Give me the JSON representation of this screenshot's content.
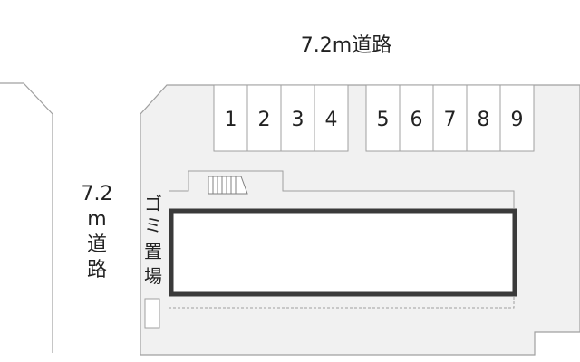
{
  "colors": {
    "lot": "#f1f1f1",
    "stroke": "#a0a0a0",
    "building": "#3a3a3a",
    "text": "#222222"
  },
  "road_top": {
    "label": "7.2m道路"
  },
  "road_left": {
    "lines": [
      "7.2",
      "m",
      "道",
      "路"
    ]
  },
  "parking": {
    "spaces": [
      "1",
      "2",
      "3",
      "4",
      "5",
      "6",
      "7",
      "8",
      "9"
    ]
  },
  "garbage": {
    "lines": [
      "ゴ",
      "ミ",
      "置",
      "場"
    ]
  }
}
